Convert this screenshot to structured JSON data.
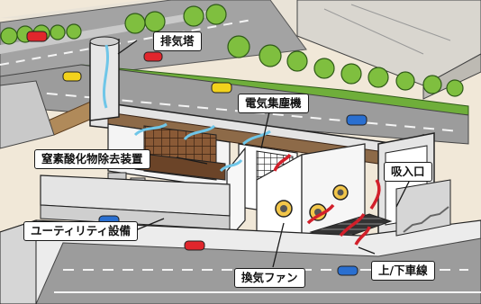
{
  "labels": {
    "exhaust_tower": "排気塔",
    "electrostatic_precipitator": "電気集塵機",
    "denox_equipment": "窒素酸化物除去装置",
    "intake": "吸入口",
    "utility_equipment": "ユーティリティ設備",
    "up_down_lanes": "上/下車線",
    "ventilation_fan": "換気ファン"
  },
  "colors": {
    "background": "#f1e8d8",
    "road": "#9c9c9c",
    "concrete": "#e4e4e4",
    "tree": "#7fbf3f",
    "airflow_clean": "#6fc6e8",
    "airflow_dirty": "#d21f2a",
    "car_red": "#e0262c",
    "car_yellow": "#f2d21c",
    "car_blue": "#2a6fd0"
  }
}
